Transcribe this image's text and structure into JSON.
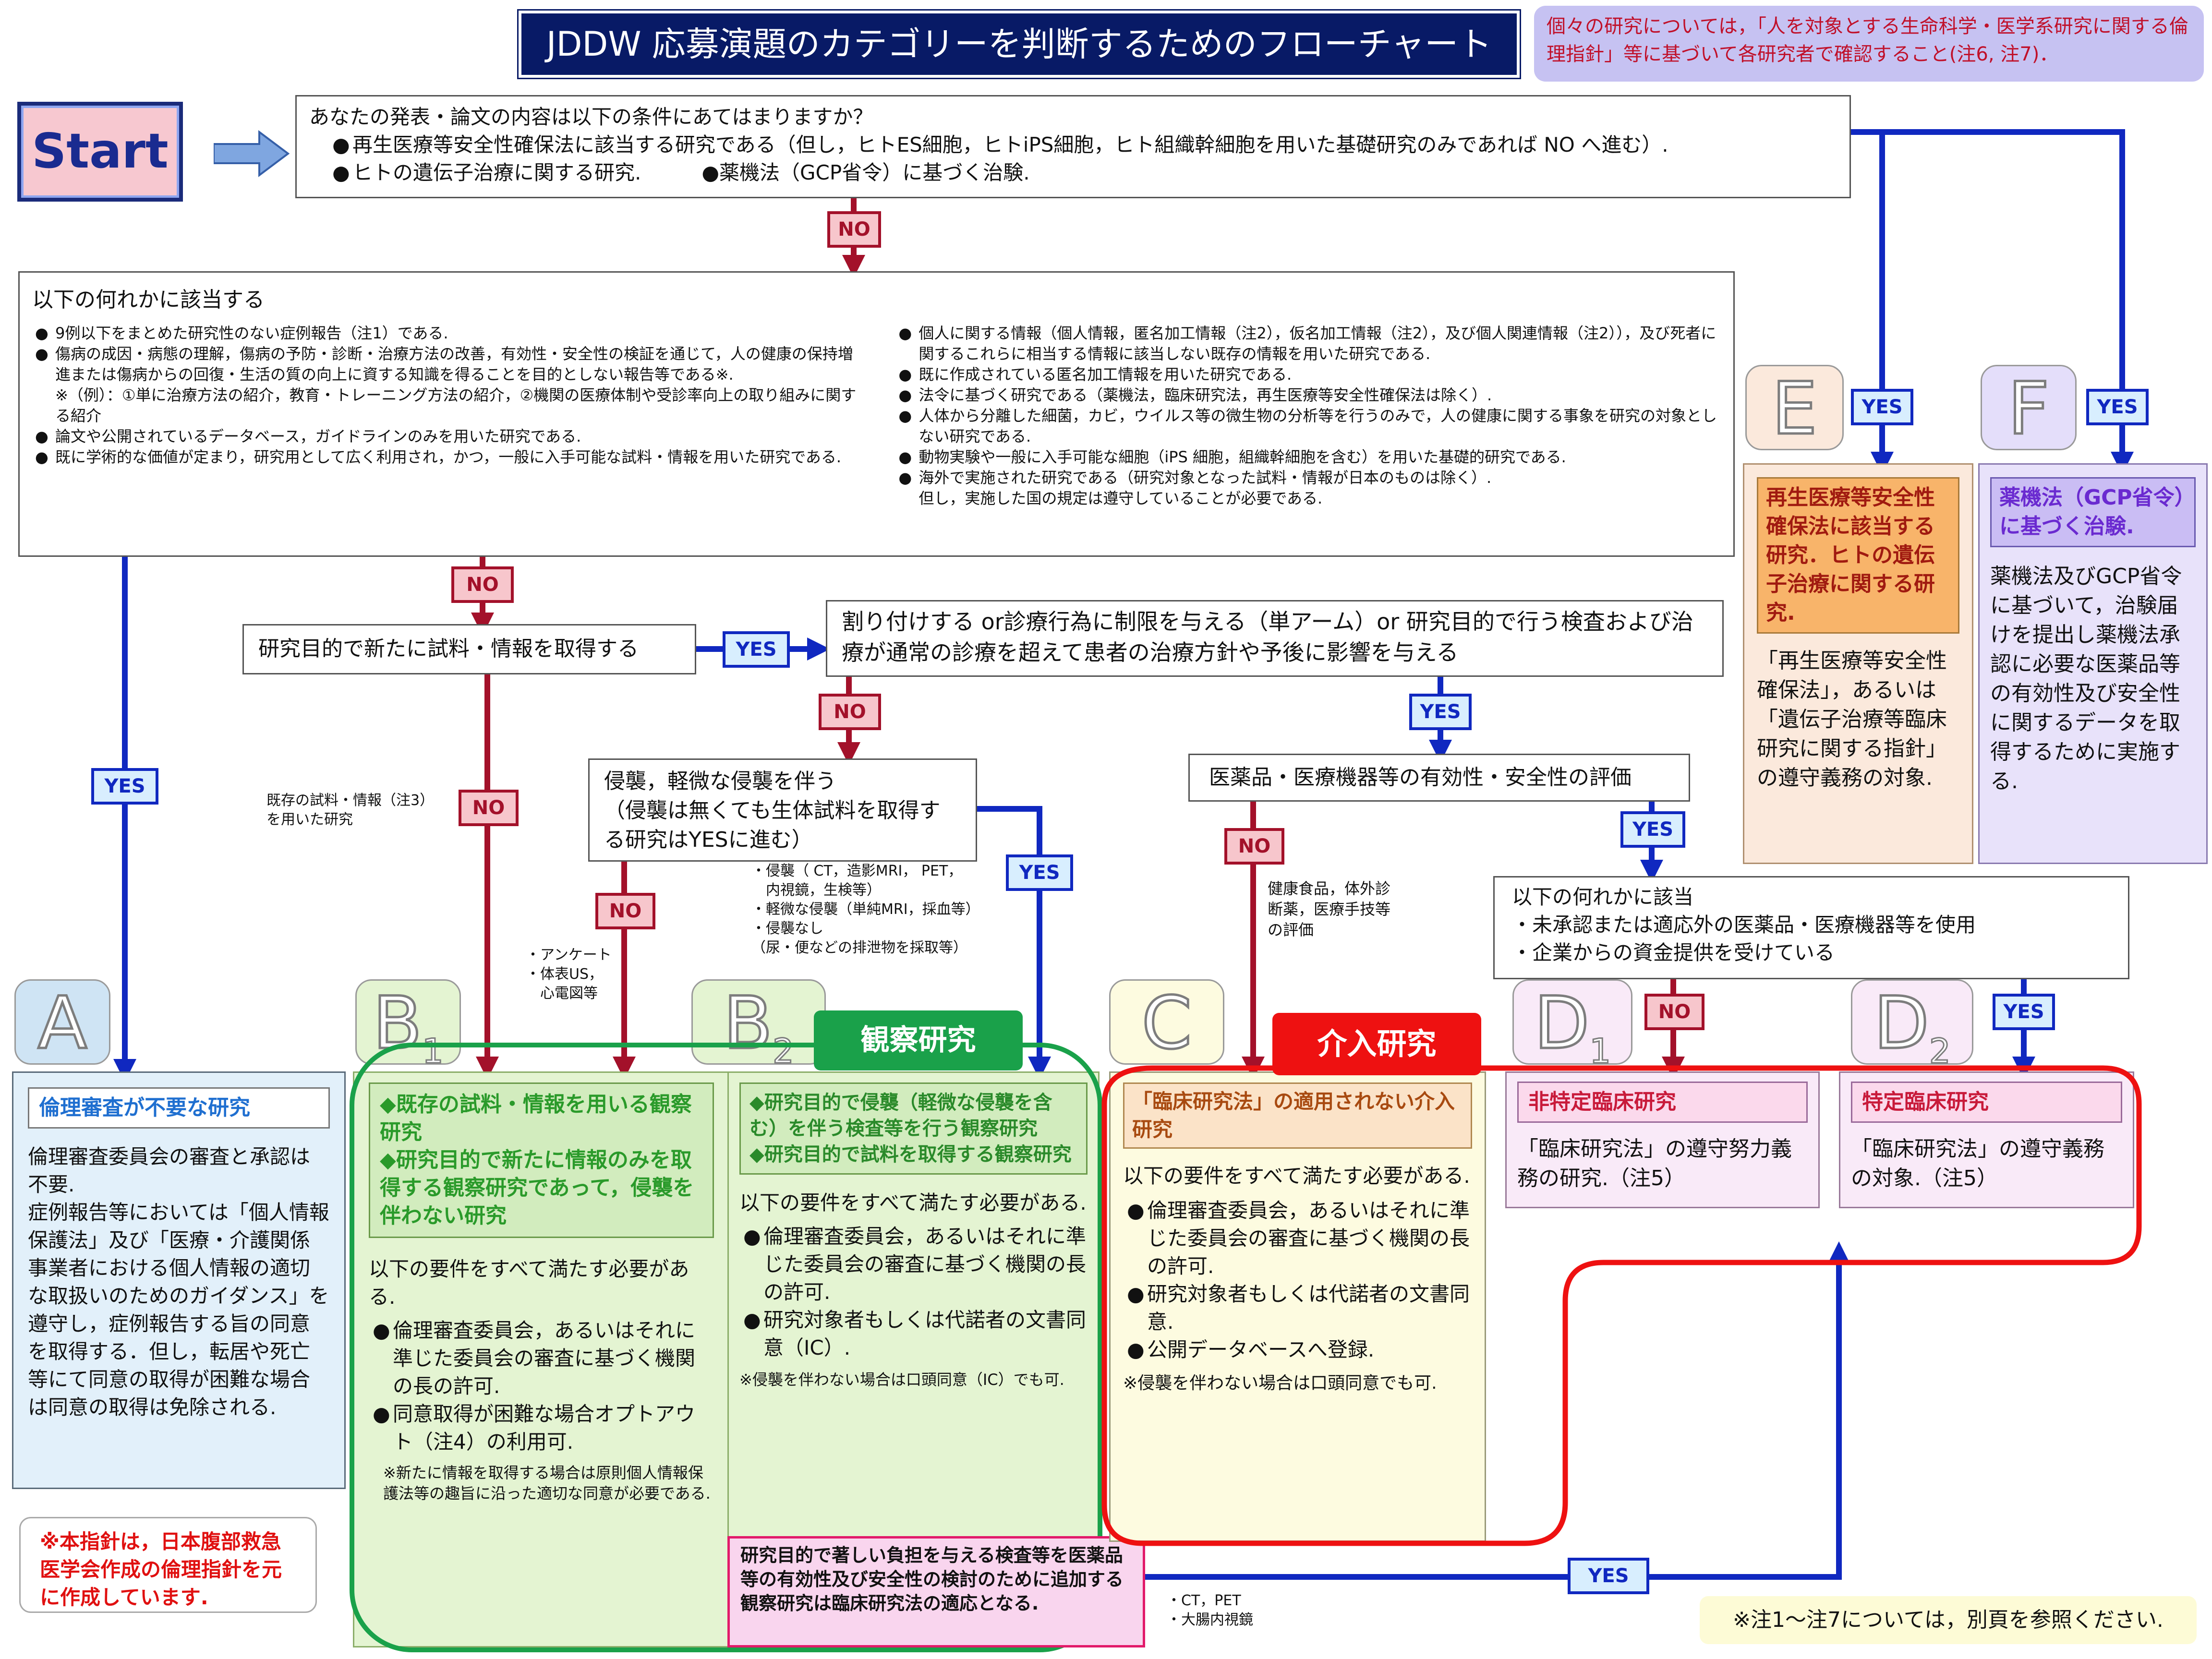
{
  "header": {
    "title": "JDDW 応募演題のカテゴリーを判断するためのフローチャート",
    "note": "個々の研究については，「人を対象とする生命科学・医学系研究に関する倫理指針」等に基づいて各研究者で確認すること(注6, 注7)．"
  },
  "start": {
    "label": "Start",
    "question": "あなたの発表・論文の内容は以下の条件にあてはまりますか？",
    "items": [
      "再生医療等安全性確保法に該当する研究である（但し，ヒトES細胞，ヒトiPS細胞，ヒト組織幹細胞を用いた基礎研究のみであれば NO へ進む）.",
      "ヒトの遺伝子治療に関する研究.　　　●薬機法（GCP省令）に基づく治験."
    ]
  },
  "labels": {
    "yes": "YES",
    "no": "NO"
  },
  "exclusion": {
    "title": "以下の何れかに該当する",
    "left_items": [
      "9例以下をまとめた研究性のない症例報告（注1）である.",
      "傷病の成因・病態の理解，傷病の予防・診断・治療方法の改善，有効性・安全性の検証を通じて，人の健康の保持増進または傷病からの回復・生活の質の向上に資する知識を得ることを目的としない報告等である※.\n※（例）：①単に治療方法の紹介，教育・トレーニング方法の紹介，②機関の医療体制や受診率向上の取り組みに関する紹介",
      "論文や公開されているデータベース，ガイドラインのみを用いた研究である.",
      "既に学術的な価値が定まり，研究用として広く利用され，かつ，一般に入手可能な試料・情報を用いた研究である."
    ],
    "right_items": [
      "個人に関する情報（個人情報，匿名加工情報（注2），仮名加工情報（注2），及び個人関連情報（注2）），及び死者に関するこれらに相当する情報に該当しない既存の情報を用いた研究である.",
      "既に作成されている匿名加工情報を用いた研究である.",
      "法令に基づく研究である（薬機法，臨床研究法，再生医療等安全性確保法は除く）.",
      "人体から分離した細菌，カビ，ウイルス等の微生物の分析等を行うのみで，人の健康に関する事象を研究の対象としない研究である.",
      "動物実験や一般に入手可能な細胞（iPS 細胞，組織幹細胞を含む）を用いた基礎的研究である.",
      "海外で実施された研究である（研究対象となった試料・情報が日本のものは除く）.\n但し，実施した国の規定は遵守していることが必要である."
    ]
  },
  "q_new_info": "研究目的で新たに試料・情報を取得する",
  "q_allocation": "割り付けする or診療行為に制限を与える（単アーム）or 研究目的で行う検査および治療が通常の診療を超えて患者の治療方針や予後に影響を与える",
  "q_invasion": "侵襲，軽微な侵襲を伴う\n（侵襲は無くても生体試料を取得する研究はYESに進む）",
  "q_efficacy": "医薬品・医療機器等の有効性・安全性の評価",
  "q_unapproved": {
    "title": "以下の何れかに該当",
    "items": [
      "・未承認または適応外の医薬品・医療機器等を使用",
      "・企業からの資金提供を受けている"
    ]
  },
  "notes": {
    "existing": "既存の試料・情報（注3）\nを用いた研究",
    "survey": "・アンケート\n・体表US，\n　心電図等",
    "invasive": "・侵襲（ CT，造影MRI， PET，\n　内視鏡，生検等）\n・軽微な侵襲（単純MRI，採血等）\n・侵襲なし\n（尿・便などの排泄物を採取等）",
    "health_food": "健康食品，体外診\n断薬，医療手技等\nの評価",
    "ct": "・CT，PET\n・大腸内視鏡"
  },
  "groups": {
    "observational": "観察研究",
    "interventional": "介入研究"
  },
  "cat_a": {
    "letter": "A",
    "title": "倫理審査が不要な研究",
    "body": "倫理審査委員会の審査と承認は不要.\n症例報告等においては「個人情報保護法」及び「医療・介護関係事業者における個人情報の適切な取扱いのためのガイダンス」を遵守し，症例報告する旨の同意を取得する．但し，転居や死亡等にて同意の取得が困難な場合は同意の取得は免除される."
  },
  "cat_b1": {
    "letter": "B",
    "sub": "1",
    "headers": [
      "既存の試料・情報を用いる観察研究",
      "研究目的で新たに情報のみを取得する観察研究であって，侵襲を伴わない研究"
    ],
    "intro": "以下の要件をすべて満たす必要がある.",
    "items": [
      "倫理審査委員会，あるいはそれに準じた委員会の審査に基づく機関の長の許可.",
      "同意取得が困難な場合オプトアウト（注4）の利用可."
    ],
    "note": "※新たに情報を取得する場合は原則個人情報保護法等の趣旨に沿った適切な同意が必要である."
  },
  "cat_b2": {
    "letter": "B",
    "sub": "2",
    "headers": [
      "研究目的で侵襲（軽微な侵襲を含む）を伴う検査等を行う観察研究",
      "研究目的で試料を取得する観察研究"
    ],
    "intro": "以下の要件をすべて満たす必要がある.",
    "items": [
      "倫理審査委員会，あるいはそれに準じた委員会の審査に基づく機関の長の許可.",
      "研究対象者もしくは代諾者の文書同意（IC）."
    ],
    "note": "※侵襲を伴わない場合は口頭同意（IC）でも可."
  },
  "cat_c": {
    "letter": "C",
    "title": "「臨床研究法」の適用されない介入研究",
    "intro": "以下の要件をすべて満たす必要がある.",
    "items": [
      "倫理審査委員会，あるいはそれに準じた委員会の審査に基づく機関の長の許可.",
      "研究対象者もしくは代諾者の文書同意.",
      "公開データベースへ登録."
    ],
    "note": "※侵襲を伴わない場合は口頭同意でも可."
  },
  "cat_d1": {
    "letter": "D",
    "sub": "1",
    "title": "非特定臨床研究",
    "body": "「臨床研究法」の遵守努力義務の研究.（注5）"
  },
  "cat_d2": {
    "letter": "D",
    "sub": "2",
    "title": "特定臨床研究",
    "body": "「臨床研究法」の遵守義務の対象.（注5）"
  },
  "cat_e": {
    "letter": "E",
    "title": "再生医療等安全性確保法に該当する研究．ヒトの遺伝子治療に関する研究.",
    "body": "「再生医療等安全性確保法」，あるいは「遺伝子治療等臨床研究に関する指針」の遵守義務の対象."
  },
  "cat_f": {
    "letter": "F",
    "title": "薬機法（GCP省令）に基づく治験.",
    "body": "薬機法及びGCP省令に基づいて，治験届けを提出し薬機法承認に必要な医薬品等の有効性及び安全性に関するデータを取得するために実施する."
  },
  "special_note": "研究目的で著しい負担を与える検査等を医薬品等の有効性及び安全性の検討のために追加する観察研究は臨床研究法の適応となる.",
  "footer_red": "※本指針は，日本腹部救急医学会作成の倫理指針を元に作成しています.",
  "footer_notes": "※注1～注7については，別頁を参照ください.",
  "colors": {
    "red": "#a3112a",
    "blue": "#1028c0",
    "green": "#1aa14a",
    "intervention_red": "#ee1111"
  }
}
